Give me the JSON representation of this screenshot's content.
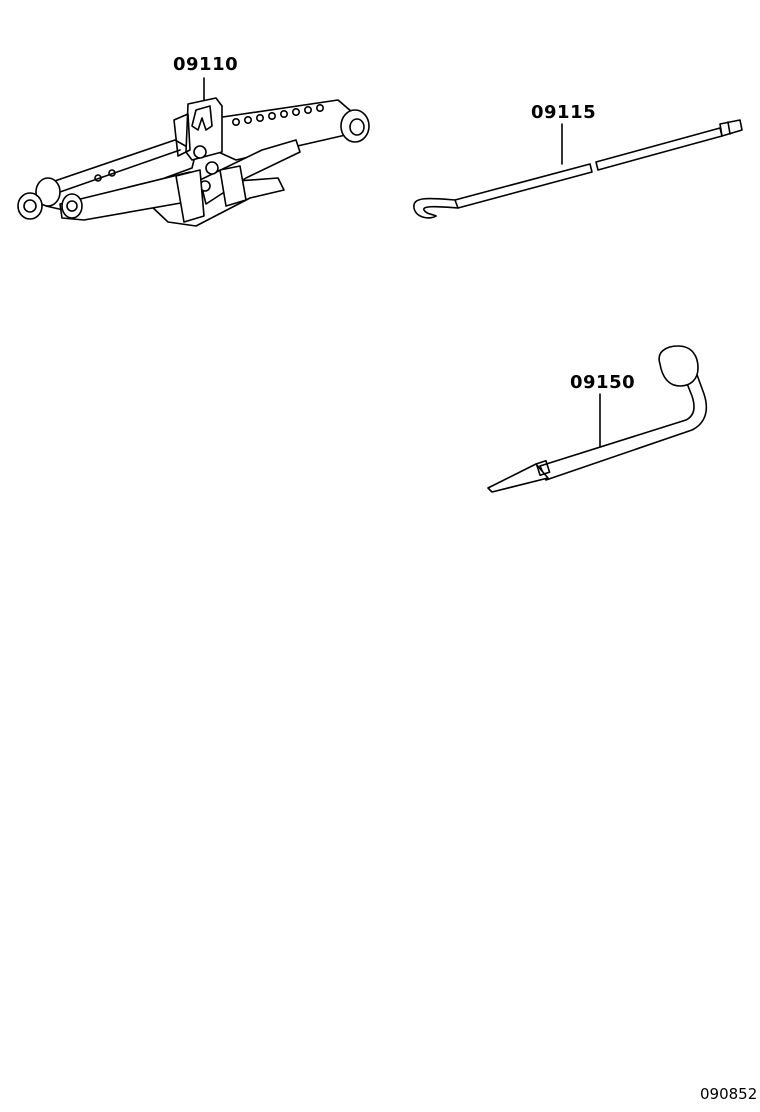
{
  "parts": [
    {
      "number": "09110",
      "item": "jack"
    },
    {
      "number": "09115",
      "item": "jack-handle"
    },
    {
      "number": "09150",
      "item": "lug-wrench"
    }
  ],
  "diagram_id": "090852"
}
